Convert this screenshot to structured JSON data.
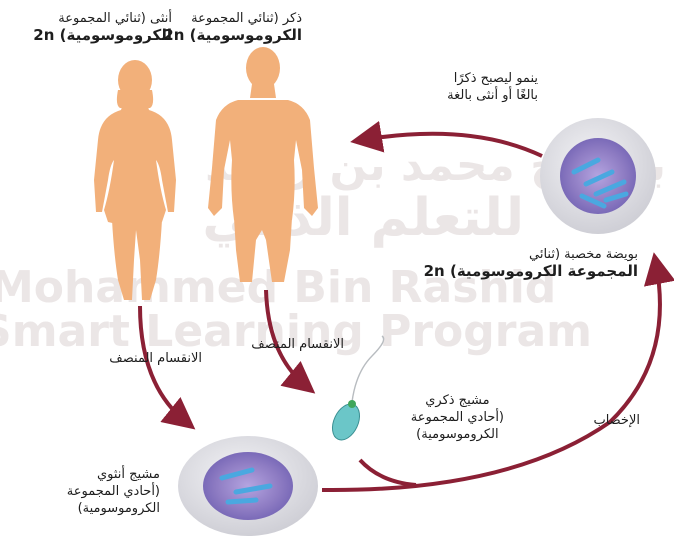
{
  "watermark": {
    "line1": "برنامج محمد بن راشد",
    "line2": "للتعلم الذكي",
    "line3": "Mohammed Bin Rashid",
    "line4": "Smart Learning Program"
  },
  "labels": {
    "female": {
      "line1": "أنثى (ثنائي المجموعة",
      "line2": "الكروموسومية) 2n"
    },
    "male": {
      "line1": "ذكر (ثنائي المجموعة",
      "line2": "الكروموسومية) 2n"
    },
    "grows": {
      "line1": "ينمو ليصبح ذكرًا",
      "line2": "بالغًا أو أنثى بالغة"
    },
    "zygote": {
      "line1": "بويضة مخصبة (ثنائي",
      "line2": "المجموعة الكروموسومية) 2n"
    },
    "meiosis_left": "الانقسام المنصف",
    "meiosis_mid": "الانقسام المنصف",
    "fertilization": "الإخصاب",
    "sperm": {
      "line1": "مشيج ذكري",
      "line2": "(أحادي المجموعة",
      "line3": "الكروموسومية)"
    },
    "egg": {
      "line1": "مشيج أنثوي",
      "line2": "(أحادي المجموعة",
      "line3": "الكروموسومية)"
    }
  },
  "colors": {
    "arrow": "#8b2035",
    "body": "#f2b07a",
    "cell_outer": "#e2e2e6",
    "cell_inner": "#8e7cc3",
    "chromosome": "#4aa8e0"
  }
}
